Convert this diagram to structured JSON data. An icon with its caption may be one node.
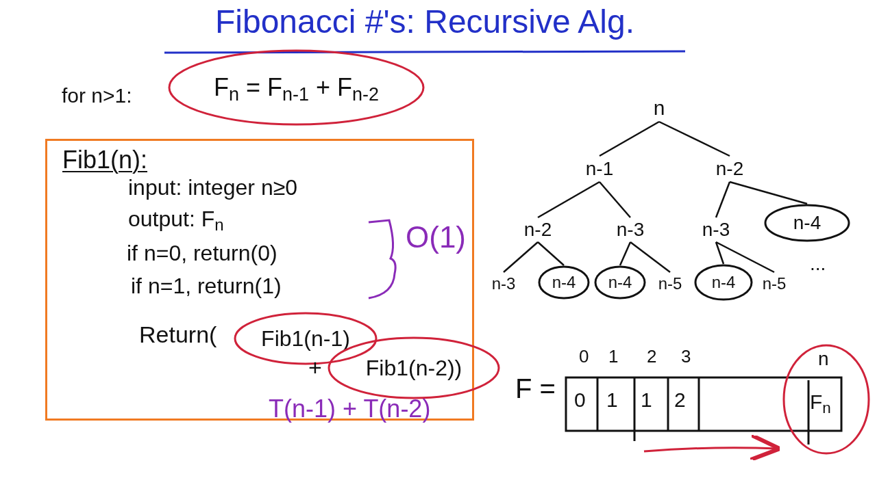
{
  "diagram": {
    "title": "Fibonacci #'s: Recursive Alg.",
    "nodes": [
      {
        "text": [
          "F$_{n}$ = F$_{n-1}$ + F$_{n-2}$"
        ]
      },
      {
        "text": [
          "Fib1(n):",
          "input: integer n≥0",
          "output: F$_{n}$",
          "if n=0, return(0)",
          "if n=1, return(1)",
          "Return("
        ]
      },
      {
        "text": [
          "Fib1(n-1)"
        ],
        "in": 1
      },
      {
        "text": [
          "Fib1(n-2))"
        ]
      },
      {
        "text": [
          "n"
        ]
      },
      {
        "text": [
          "n-1"
        ]
      },
      {
        "text": [
          "n-2"
        ]
      },
      {
        "text": [
          "n-2"
        ]
      },
      {
        "text": [
          "n-3"
        ]
      },
      {
        "text": [
          "n-3"
        ]
      },
      {
        "text": [
          "n-4"
        ]
      },
      {
        "text": [
          "n-3"
        ]
      },
      {
        "text": [
          "n-4"
        ]
      },
      {
        "text": [
          "n-4"
        ]
      },
      {
        "text": [
          "n-5"
        ]
      },
      {
        "text": [
          "n-4"
        ]
      },
      {
        "text": [
          "n-5"
        ]
      },
      {
        "text": [
          "n",
          "F$_{n}$"
        ]
      }
    ],
    "edges": [
      {
        "from": 4,
        "to": 5,
        "arrow": "none"
      },
      {
        "from": 4,
        "to": 6,
        "arrow": "none"
      },
      {
        "from": 5,
        "to": 7,
        "arrow": "none"
      },
      {
        "from": 5,
        "to": 8,
        "arrow": "none"
      },
      {
        "from": 6,
        "to": 9,
        "arrow": "none"
      },
      {
        "from": 6,
        "to": 10,
        "arrow": "none"
      },
      {
        "from": 7,
        "to": 11,
        "arrow": "none"
      },
      {
        "from": 7,
        "to": 12,
        "arrow": "none"
      },
      {
        "from": 8,
        "to": 13,
        "arrow": "none"
      },
      {
        "from": 8,
        "to": 14,
        "arrow": "none"
      },
      {
        "from": 9,
        "to": 15,
        "arrow": "none"
      },
      {
        "from": 9,
        "to": 16,
        "arrow": "none"
      }
    ],
    "labels": [
      "for n>1:",
      "O(1)",
      "+",
      "T(n-1) + T(n-2)",
      "...",
      "0",
      "1",
      "2",
      "3",
      "F =",
      "0",
      "1",
      "1",
      "2"
    ]
  }
}
